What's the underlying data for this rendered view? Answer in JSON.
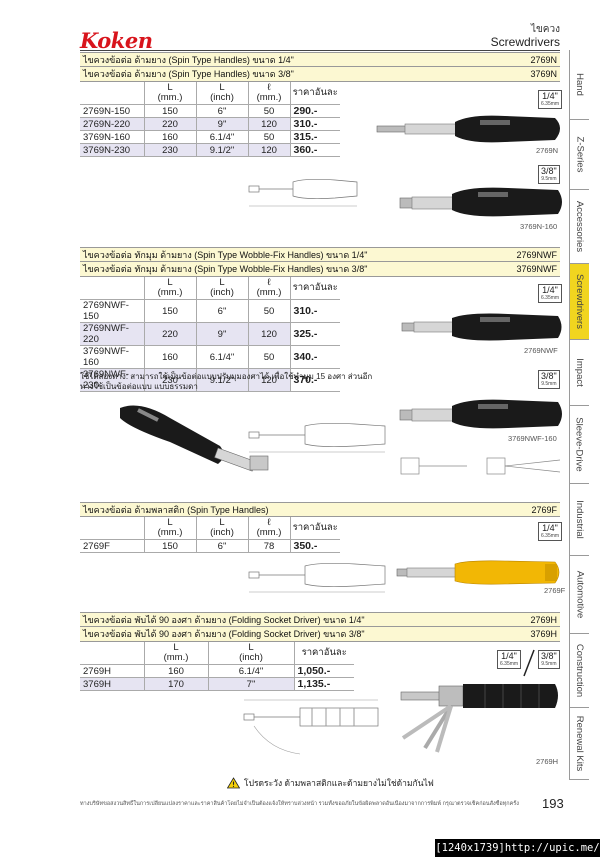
{
  "brand": {
    "logo": "Koken"
  },
  "header": {
    "category_th": "ไขควง",
    "category_en": "Screwdrivers"
  },
  "tabs": [
    {
      "label": "Hand",
      "active": false
    },
    {
      "label": "Z-Series",
      "active": false
    },
    {
      "label": "Accessories",
      "active": false
    },
    {
      "label": "Screwdrivers",
      "active": true
    },
    {
      "label": "Impact",
      "active": false
    },
    {
      "label": "Sleeve-Drive",
      "active": false
    },
    {
      "label": "Industrial",
      "active": false
    },
    {
      "label": "Automotive",
      "active": false
    },
    {
      "label": "Construction",
      "active": false
    },
    {
      "label": "Renewal Kits",
      "active": false
    }
  ],
  "s1": {
    "title1": "ไขควงข้อต่อ ด้ามยาง (Spin Type Handles) ขนาด 1/4\"",
    "code1": "2769N",
    "title2": "ไขควงข้อต่อ ด้ามยาง (Spin Type Handles) ขนาด 3/8\"",
    "code2": "3769N",
    "headers": {
      "c1": "L",
      "c1u": "(mm.)",
      "c2": "L",
      "c2u": "(inch)",
      "c3": "ℓ",
      "c3u": "(mm.)",
      "price": "ราคาอันละ"
    },
    "rows": [
      {
        "code": "2769N-150",
        "mm": "150",
        "inch": "6\"",
        "l": "50",
        "price": "290.-"
      },
      {
        "code": "2769N-220",
        "mm": "220",
        "inch": "9\"",
        "l": "120",
        "price": "310.-"
      },
      {
        "code": "3769N-160",
        "mm": "160",
        "inch": "6.1/4\"",
        "l": "50",
        "price": "315.-"
      },
      {
        "code": "3769N-230",
        "mm": "230",
        "inch": "9.1/2\"",
        "l": "120",
        "price": "360.-"
      }
    ],
    "badge1": "1/4\"",
    "badge1_sub": "6.35mm",
    "cap1": "2769N",
    "badge2": "3/8\"",
    "badge2_sub": "9.5mm",
    "cap2": "3769N-160"
  },
  "s2": {
    "title1": "ไขควงข้อต่อ ทักมุม ด้ามยาง (Spin Type Wobble-Fix Handles) ขนาด 1/4\"",
    "code1": "2769NWF",
    "title2": "ไขควงข้อต่อ ทักมุม ด้ามยาง (Spin Type Wobble-Fix Handles) ขนาด 3/8\"",
    "code2": "3769NWF",
    "headers": {
      "c1": "L",
      "c1u": "(mm.)",
      "c2": "L",
      "c2u": "(inch)",
      "c3": "ℓ",
      "c3u": "(mm.)",
      "price": "ราคาอันละ"
    },
    "rows": [
      {
        "code": "2769NWF-150",
        "mm": "150",
        "inch": "6\"",
        "l": "50",
        "price": "310.-"
      },
      {
        "code": "2769NWF-220",
        "mm": "220",
        "inch": "9\"",
        "l": "120",
        "price": "325.-"
      },
      {
        "code": "3769NWF-160",
        "mm": "160",
        "inch": "6.1/4\"",
        "l": "50",
        "price": "340.-"
      },
      {
        "code": "3769NWF-230",
        "mm": "230",
        "inch": "9.1/2\"",
        "l": "120",
        "price": "370.-"
      }
    ],
    "note": "ใช้ได้สองทาง: สามารถใช้เป็นข้อต่อแบบปรับมุมองศาได้ เพื่อใช้ทำมุม 15 องศา ส่วนอีกทางใช้เป็นข้อต่อแบบ แบบธรรมดา",
    "badge1": "1/4\"",
    "badge1_sub": "6.35mm",
    "cap1": "2769NWF",
    "badge2": "3/8\"",
    "badge2_sub": "9.5mm",
    "cap2": "3769NWF-160"
  },
  "s3": {
    "title1": "ไขควงข้อต่อ ด้ามพลาสติก (Spin Type Handles)",
    "code1": "2769F",
    "headers": {
      "c1": "L",
      "c1u": "(mm.)",
      "c2": "L",
      "c2u": "(inch)",
      "c3": "ℓ",
      "c3u": "(mm.)",
      "price": "ราคาอันละ"
    },
    "rows": [
      {
        "code": "2769F",
        "mm": "150",
        "inch": "6\"",
        "l": "78",
        "price": "350.-"
      }
    ],
    "badge1": "1/4\"",
    "badge1_sub": "6.35mm",
    "cap1": "2769F"
  },
  "s4": {
    "title1": "ไขควงข้อต่อ พับได้ 90 องศา ด้ามยาง (Folding Socket Driver) ขนาด 1/4\"",
    "code1": "2769H",
    "title2": "ไขควงข้อต่อ พับได้ 90 องศา ด้ามยาง (Folding Socket Driver) ขนาด 3/8\"",
    "code2": "3769H",
    "headers": {
      "c1": "L",
      "c1u": "(mm.)",
      "c2": "L",
      "c2u": "(inch)",
      "price": "ราคาอันละ"
    },
    "rows": [
      {
        "code": "2769H",
        "mm": "160",
        "inch": "6.1/4\"",
        "price": "1,050.-"
      },
      {
        "code": "3769H",
        "mm": "170",
        "inch": "7\"",
        "price": "1,135.-"
      }
    ],
    "badge1": "1/4\"",
    "badge1_sub": "6.35mm",
    "badge2": "3/8\"",
    "badge2_sub": "9.5mm",
    "cap1": "2769H"
  },
  "warning": "โปรดระวัง ด้ามพลาสติกและด้ามยางไม่ใช่ด้ามกันไฟ",
  "footer": "ทางบริษัทขอสงวนสิทธิ์ในการเปลี่ยนแปลงราคาและราคาสินค้าโดยไม่จำเป็นต้องแจ้งให้ทราบล่วงหน้า รวมทั้งขออภัยในข้อผิดพลาดอันเนื่องมาจากการพิมพ์ กรุณาตรวจเช็คก่อนสั่งซื้อทุกครั้ง",
  "page_number": "193",
  "stamp": "[1240x1739]http://upic.me/",
  "colors": {
    "brand_red": "#d8141c",
    "title_bar": "#fcf8d2",
    "active_tab": "#f1d51f",
    "alt_row": "#e6e4f2"
  }
}
